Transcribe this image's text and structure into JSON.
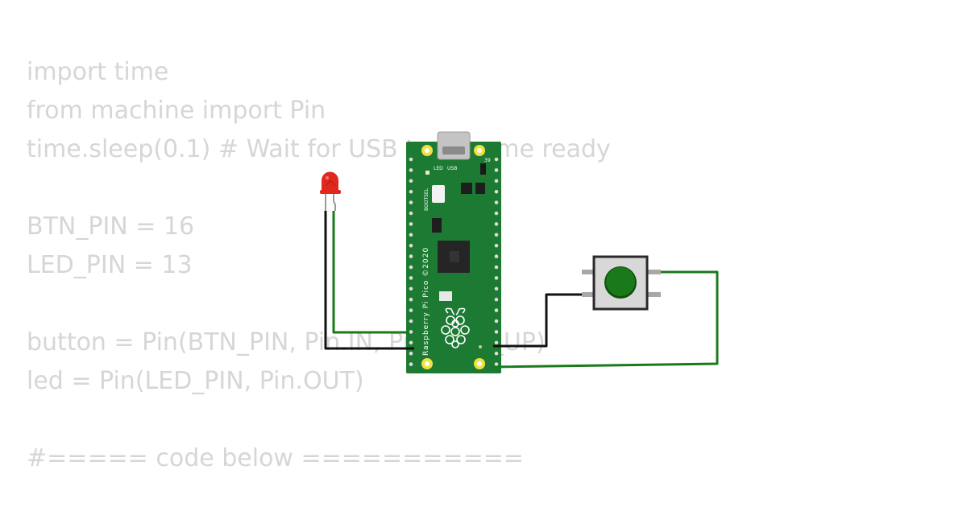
{
  "code_lines": [
    "import time",
    "from machine import Pin",
    "time.sleep(0.1) # Wait for USB to become ready",
    "",
    "BTN_PIN = 16",
    "LED_PIN = 13",
    "",
    "button = Pin(BTN_PIN, Pin.IN, Pin.PULL_UP)",
    "led = Pin(LED_PIN, Pin.OUT)",
    "",
    "#===== code below ==========="
  ],
  "board": {
    "name_label": "Raspberry Pi Pico ©2020",
    "usb_label": "USB",
    "led_label": "LED",
    "bootsel_label": "BOOTSEL",
    "pin_label": "39",
    "color": "#1d7a33"
  },
  "wire_colors": {
    "green": "#1a7a1a",
    "black": "#111111"
  },
  "led_color": "#e0281e",
  "button_cap_color": "#1a7a1a"
}
